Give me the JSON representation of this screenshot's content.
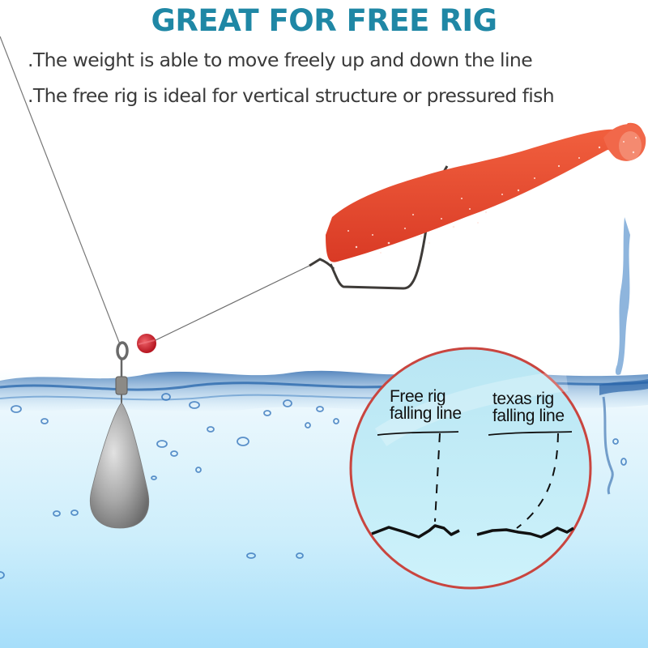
{
  "header": {
    "title": "GREAT FOR FREE RIG",
    "title_color": "#1f87a5"
  },
  "bullets": [
    ".The weight is able to move freely up and down the line",
    ".The free rig is ideal for vertical structure or pressured fish"
  ],
  "inset": {
    "border_color": "#c9453f",
    "fill_color": "#c8eef8",
    "left_label_line1": "Free rig",
    "left_label_line2": "falling line",
    "right_label_line1": "texas rig",
    "right_label_line2": "falling line"
  },
  "product": {
    "lure_color": "#e8452c",
    "bead_color": "#d42a35",
    "weight_color": "#9a9a9a",
    "water_color": "#a9dff5"
  }
}
